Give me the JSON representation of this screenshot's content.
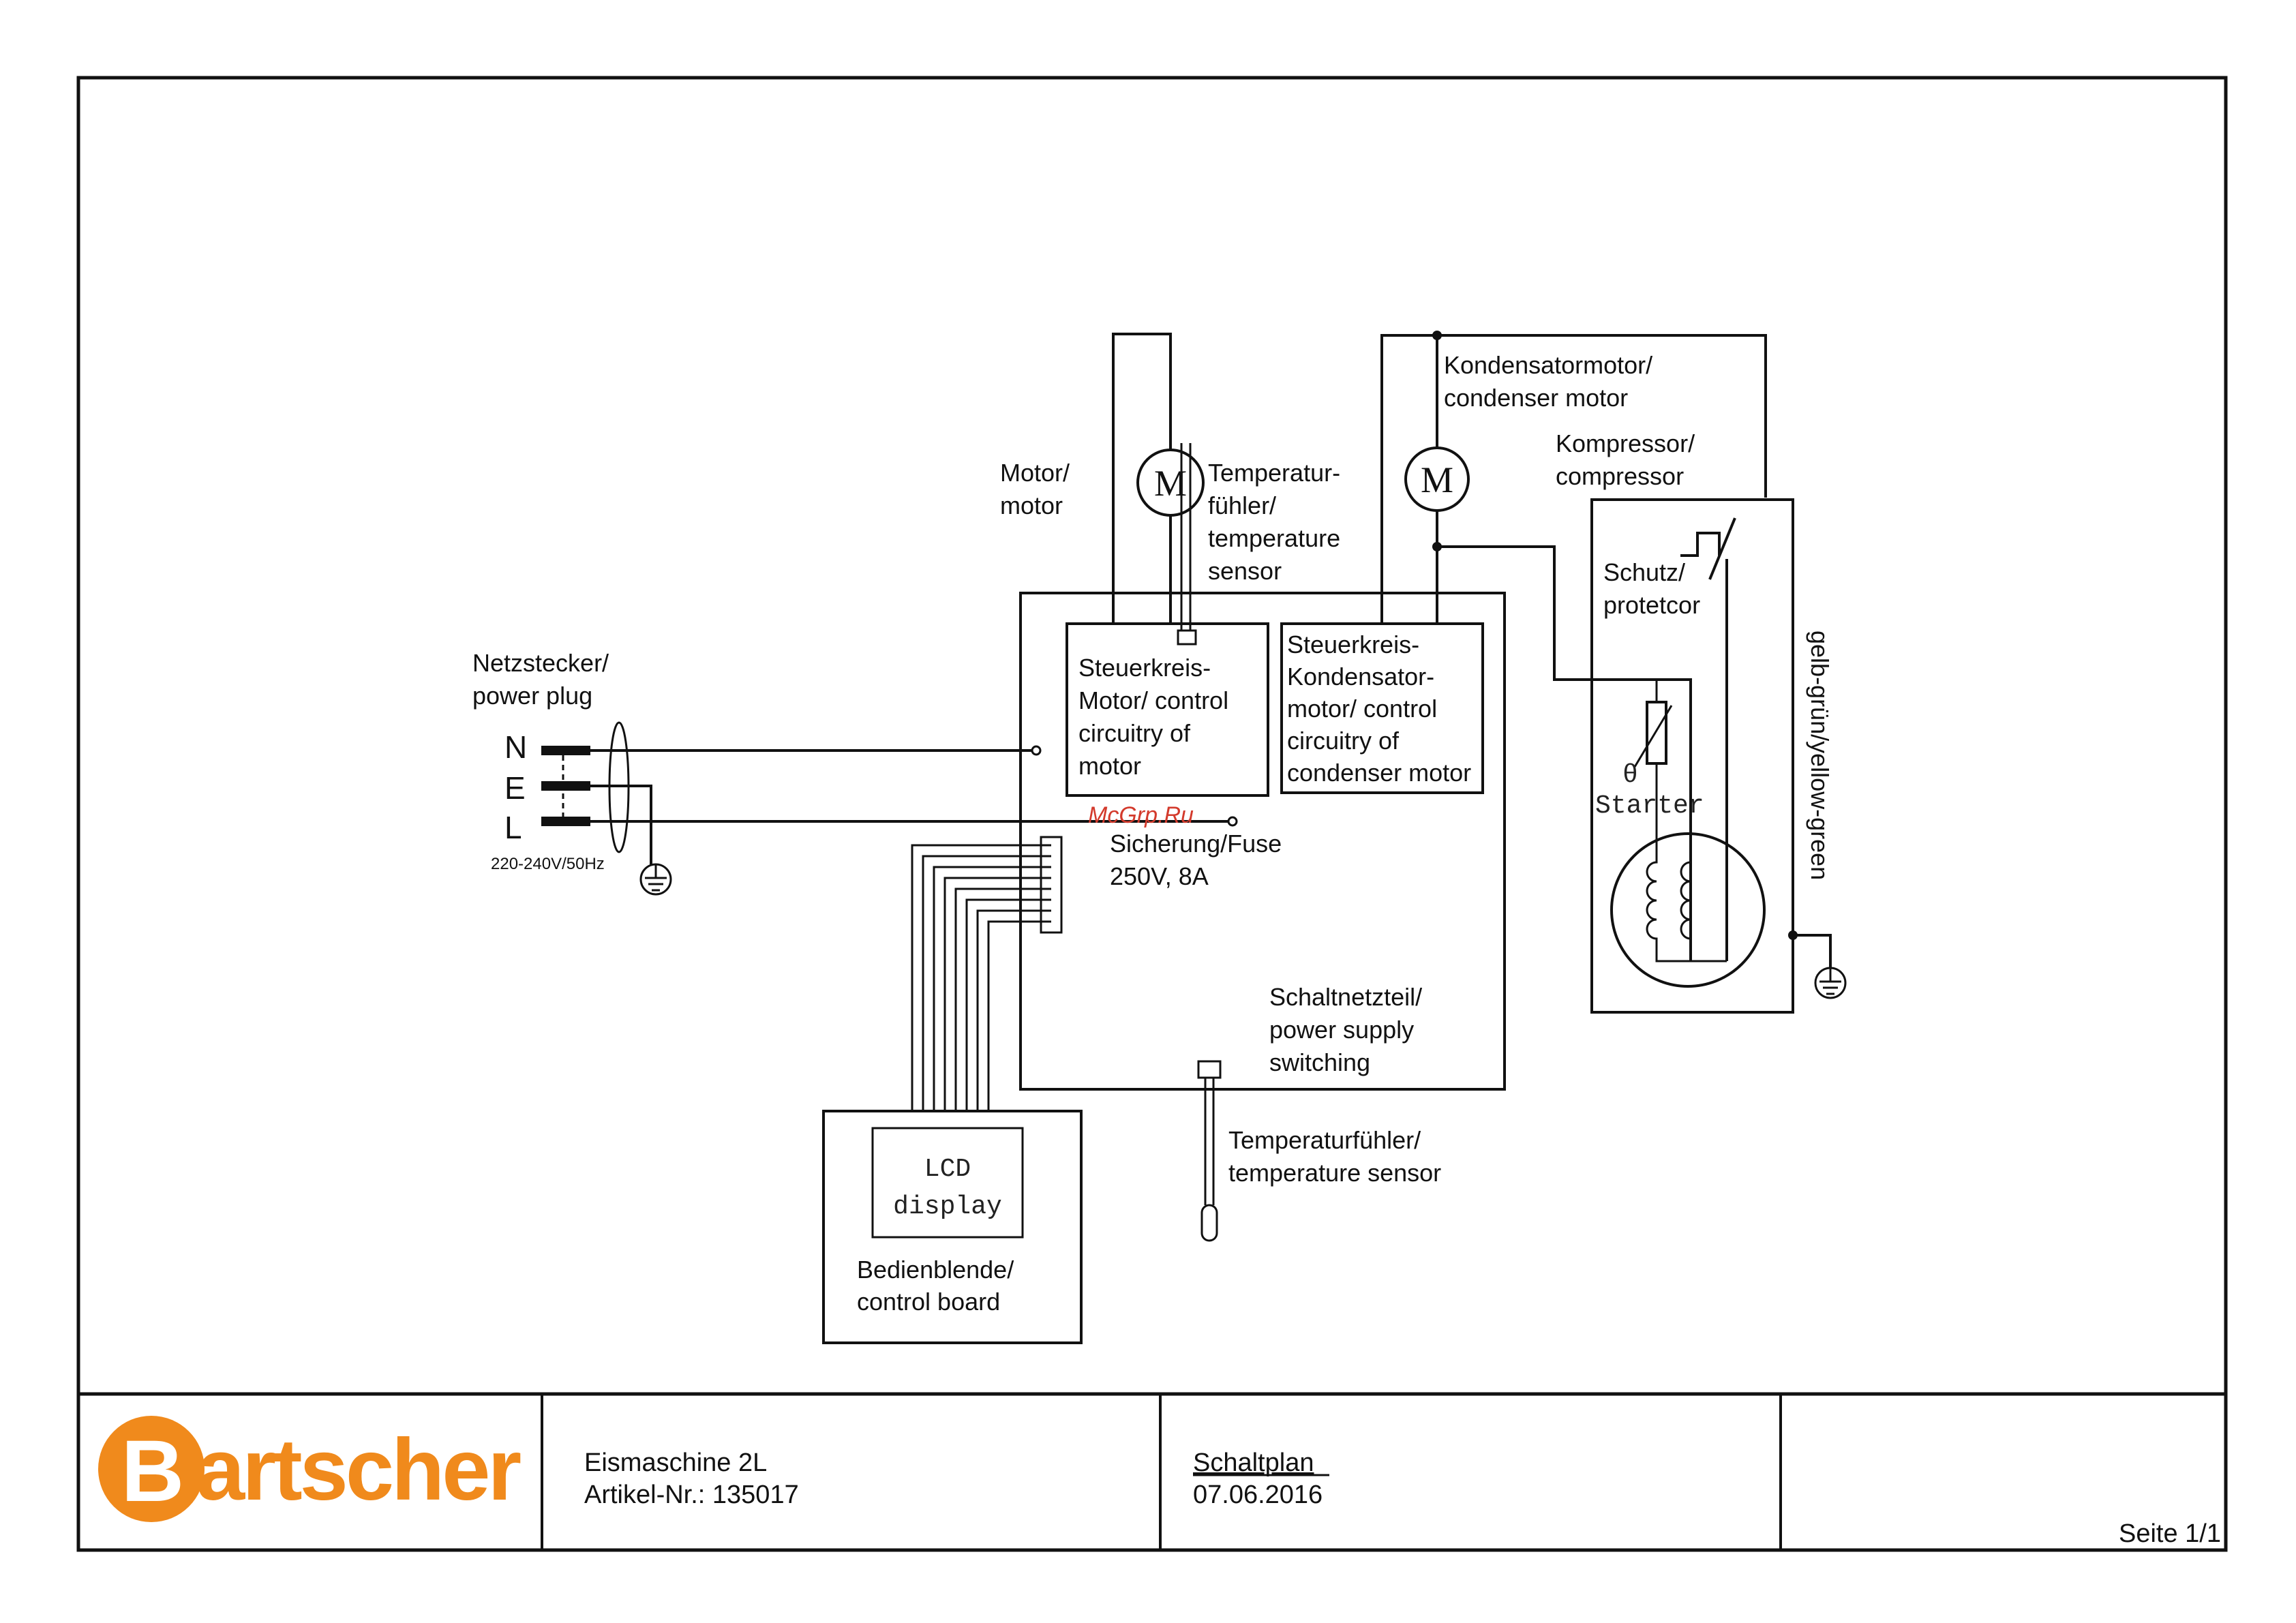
{
  "diagram": {
    "motor_label": [
      "Motor/",
      "motor"
    ],
    "temp_sensor_top_label": [
      "Temperatur-",
      "fühler/",
      "temperature",
      "sensor"
    ],
    "condenser_motor_label": [
      "Kondensatormotor/",
      "condenser motor"
    ],
    "compressor_label": [
      "Kompressor/",
      "compressor"
    ],
    "protector_label": [
      "Schutz/",
      "protetcor"
    ],
    "yellow_green_label": "gelb-grün/yellow-green",
    "power_plug_label": [
      "Netzstecker/",
      "power plug"
    ],
    "plug_pins": [
      "N",
      "E",
      "L"
    ],
    "voltage_label": "220-240V/50Hz",
    "control_motor_label": [
      "Steuerkreis-",
      "Motor/ control",
      "circuitry of",
      "motor"
    ],
    "control_condenser_label": [
      "Steuerkreis-",
      "Kondensator-",
      "motor/ control",
      "circuitry of",
      "condenser motor"
    ],
    "fuse_label": [
      "Sicherung/Fuse",
      "250V, 8A"
    ],
    "psu_label": [
      "Schaltnetzteil/",
      "power supply",
      "switching"
    ],
    "temp_sensor_bottom_label": [
      "Temperaturfühler/",
      "temperature sensor"
    ],
    "lcd_label": [
      "LCD",
      "display"
    ],
    "control_board_label": [
      "Bedienblende/",
      "control board"
    ],
    "starter_label": "Starter",
    "theta_symbol": "θ",
    "motor_symbol": "M",
    "watermark": "McGrp.Ru"
  },
  "title_block": {
    "brand": "Bartscher",
    "product": "Eismaschine 2L",
    "article": "Artikel-Nr.: 135017",
    "doc_type": "Schaltplan",
    "date": "07.06.2016",
    "page": "Seite 1/1"
  },
  "colors": {
    "brand_orange": "#f08a1c",
    "watermark_red": "#d33a2c",
    "line": "#111111"
  }
}
